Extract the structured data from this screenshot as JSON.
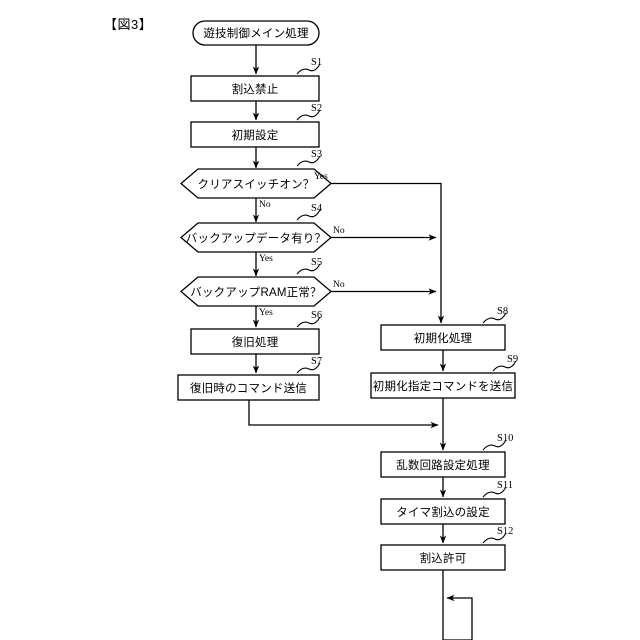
{
  "figure": {
    "title": "【図3】"
  },
  "diagram": {
    "type": "flowchart",
    "start_node": {
      "shape": "stadium",
      "label": "遊技制御メイン処理"
    },
    "nodes": [
      {
        "id": "S1",
        "shape": "process",
        "label": "割込禁止",
        "step": "S1"
      },
      {
        "id": "S2",
        "shape": "process",
        "label": "初期設定",
        "step": "S2"
      },
      {
        "id": "S3",
        "shape": "decision",
        "label": "クリアスイッチオン？",
        "step": "S3"
      },
      {
        "id": "S4",
        "shape": "decision",
        "label": "バックアップデータ有り？",
        "step": "S4"
      },
      {
        "id": "S5",
        "shape": "decision",
        "label": "バックアップRAM正常？",
        "step": "S5"
      },
      {
        "id": "S6",
        "shape": "process",
        "label": "復旧処理",
        "step": "S6"
      },
      {
        "id": "S7",
        "shape": "process",
        "label": "復旧時のコマンド送信",
        "step": "S7"
      },
      {
        "id": "S8",
        "shape": "process",
        "label": "初期化処理",
        "step": "S8"
      },
      {
        "id": "S9",
        "shape": "process",
        "label": "初期化指定コマンドを送信",
        "step": "S9"
      },
      {
        "id": "S10",
        "shape": "process",
        "label": "乱数回路設定処理",
        "step": "S10"
      },
      {
        "id": "S11",
        "shape": "process",
        "label": "タイマ割込の設定",
        "step": "S11"
      },
      {
        "id": "S12",
        "shape": "process",
        "label": "割込許可",
        "step": "S12"
      }
    ],
    "branch_labels": [
      {
        "from": "S3",
        "text": "Yes",
        "direction": "right"
      },
      {
        "from": "S3",
        "text": "No",
        "direction": "down"
      },
      {
        "from": "S4",
        "text": "No",
        "direction": "right"
      },
      {
        "from": "S4",
        "text": "Yes",
        "direction": "down"
      },
      {
        "from": "S5",
        "text": "No",
        "direction": "right"
      },
      {
        "from": "S5",
        "text": "Yes",
        "direction": "down"
      }
    ],
    "colors": {
      "stroke": "#000000",
      "fill": "#ffffff",
      "text": "#000000"
    }
  }
}
